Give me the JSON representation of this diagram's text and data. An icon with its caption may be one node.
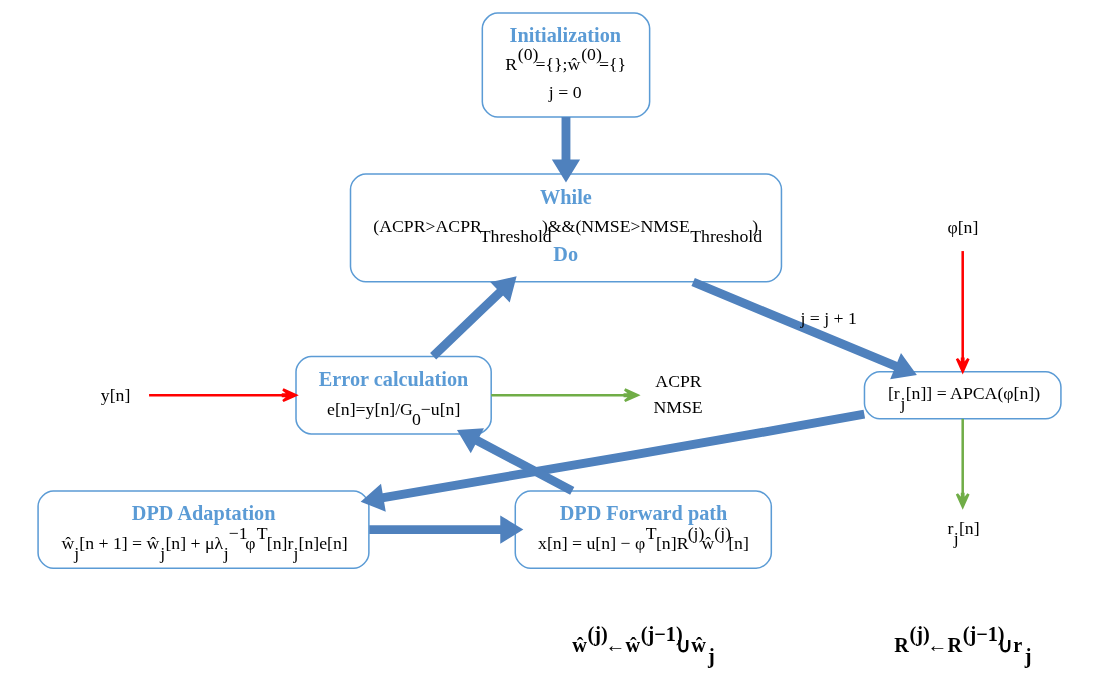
{
  "diagram": {
    "nodes": [
      {
        "text": [
          "Initialization",
          "R$^{(0)}$={};ŵ$^{(0)}$={}",
          "j = 0"
        ]
      },
      {
        "text": [
          "While",
          "(ACPR>ACPR$_{Threshold}$)&&(NMSE>NMSE$_{Threshold}$)",
          "Do"
        ]
      },
      {
        "text": [
          "[r$_{j}$[n]] = APCA(φ[n])"
        ]
      },
      {
        "text": [
          "DPD Adaptation",
          "ŵ$_{j}$[n + 1] = ŵ$_{j}$[n] + μλ$_{j}$$^{−1}$φ$^{T}$[n]r$_{j}$[n]e[n]"
        ]
      },
      {
        "text": [
          "DPD Forward path",
          "x[n] = u[n] − φ$^{T}$[n]R$^{(j)}$ŵ$^{(j)}$[n]"
        ]
      },
      {
        "text": [
          "Error calculation",
          "e[n]=y[n]/G$_{0}$−u[n]"
        ]
      },
      {
        "text": [
          "y[n]"
        ]
      },
      {
        "text": [
          "ACPR",
          "NMSE"
        ]
      },
      {
        "text": [
          "φ[n]"
        ]
      },
      {
        "text": [
          "r$_{j}$[n]"
        ]
      }
    ],
    "edges": [
      {
        "from": 0,
        "to": 1,
        "arrow": "to"
      },
      {
        "from": 1,
        "to": 2,
        "arrow": "to",
        "label": "j = j + 1"
      },
      {
        "from": 2,
        "to": 3,
        "arrow": "to"
      },
      {
        "from": 3,
        "to": 4,
        "arrow": "to"
      },
      {
        "from": 4,
        "to": 5,
        "arrow": "to"
      },
      {
        "from": 5,
        "to": 1,
        "arrow": "to"
      },
      {
        "from": 6,
        "to": 5,
        "arrow": "to",
        "color": "#ff0000"
      },
      {
        "from": 5,
        "to": 7,
        "arrow": "to",
        "color": "#70ad47"
      },
      {
        "from": 8,
        "to": 2,
        "arrow": "to",
        "color": "#ff0000"
      },
      {
        "from": 2,
        "to": 9,
        "arrow": "to",
        "color": "#70ad47"
      }
    ],
    "labels": [
      "R$^{(j)}$←R$^{(j−1)}$∪r$_{j}$",
      "ŵ$^{(j)}$←ŵ$^{(j−1)}$∪ŵ$_{j}$"
    ]
  }
}
